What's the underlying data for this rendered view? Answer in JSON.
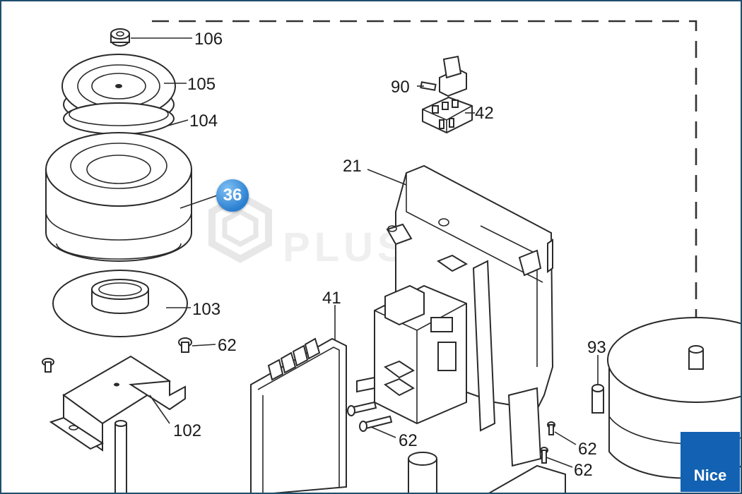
{
  "callouts": [
    {
      "id": "c106",
      "label": "106"
    },
    {
      "id": "c105",
      "label": "105"
    },
    {
      "id": "c104",
      "label": "104"
    },
    {
      "id": "c103",
      "label": "103"
    },
    {
      "id": "c62a",
      "label": "62"
    },
    {
      "id": "c102",
      "label": "102"
    },
    {
      "id": "c90",
      "label": "90"
    },
    {
      "id": "c42",
      "label": "42"
    },
    {
      "id": "c21",
      "label": "21"
    },
    {
      "id": "c41",
      "label": "41"
    },
    {
      "id": "c62b",
      "label": "62"
    },
    {
      "id": "c62c",
      "label": "62"
    },
    {
      "id": "c62d",
      "label": "62"
    },
    {
      "id": "c93",
      "label": "93"
    }
  ],
  "highlight_badge": {
    "label": "36",
    "color": "#2a7fd0"
  },
  "watermark": {
    "text": "PLUSCOM",
    "color": "#d9d9d9"
  },
  "brand": {
    "label": "Nice",
    "color": "#1261b2"
  }
}
